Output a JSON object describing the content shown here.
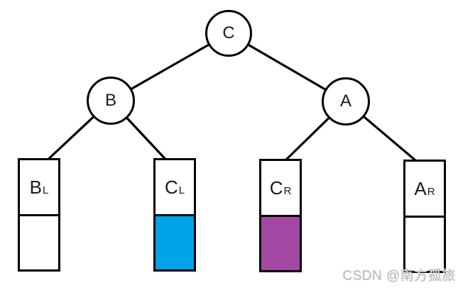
{
  "diagram": {
    "type": "binary-tree",
    "background": "#ffffff",
    "edge_color": "#000000",
    "internal_nodes": [
      {
        "id": "C",
        "label": "C"
      },
      {
        "id": "B",
        "label": "B"
      },
      {
        "id": "A",
        "label": "A"
      }
    ],
    "leaves": [
      {
        "id": "B_L",
        "main": "B",
        "sub": "L",
        "bottom_fill": "#ffffff"
      },
      {
        "id": "C_L",
        "main": "C",
        "sub": "L",
        "bottom_fill": "#00a2e8"
      },
      {
        "id": "C_R",
        "main": "C",
        "sub": "R",
        "bottom_fill": "#a349a4"
      },
      {
        "id": "A_R",
        "main": "A",
        "sub": "R",
        "bottom_fill": "#ffffff"
      }
    ],
    "edges": [
      {
        "from": "C",
        "to": "B"
      },
      {
        "from": "C",
        "to": "A"
      },
      {
        "from": "B",
        "to": "B_L"
      },
      {
        "from": "B",
        "to": "C_L"
      },
      {
        "from": "A",
        "to": "C_R"
      },
      {
        "from": "A",
        "to": "A_R"
      }
    ]
  },
  "watermark": {
    "text": "CSDN @南方孤旅",
    "color": "#bdbdbd"
  }
}
